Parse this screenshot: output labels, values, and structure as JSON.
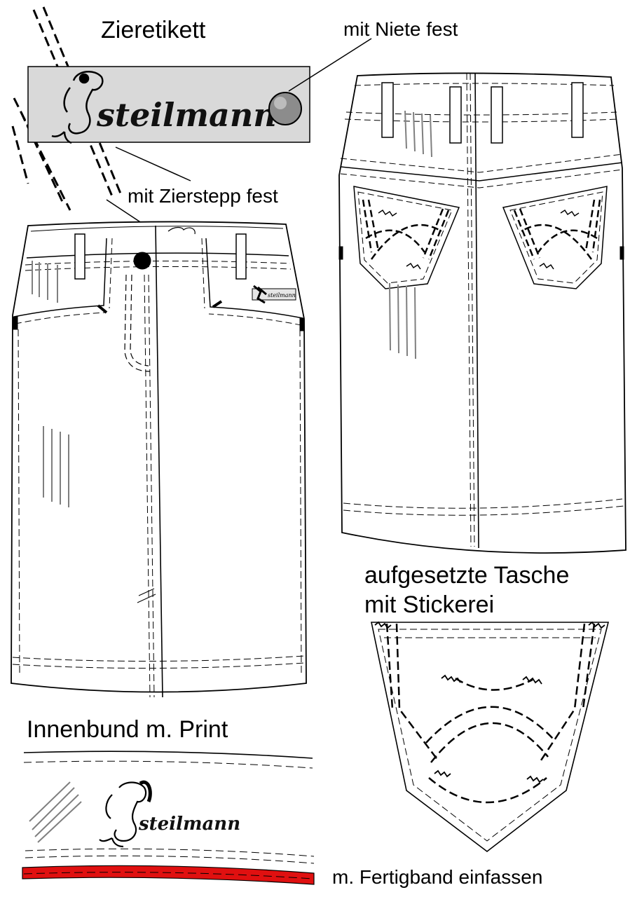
{
  "labels": {
    "tag_title": "Zieretikett",
    "rivet_note": "mit Niete fest",
    "stitch_note": "mit Zierstepp fest",
    "pocket_title_line1": "aufgesetzte Tasche",
    "pocket_title_line2": "mit Stickerei",
    "waistband_title": "Innenbund m. Print",
    "binding_note": "m. Fertigband einfassen"
  },
  "brand": {
    "tag_wordmark": "steilmann",
    "front_mini_wordmark": "steilmann",
    "waistband_wordmark": "steilmann"
  },
  "colors": {
    "outline": "#000000",
    "tag_fill": "#d9d9d9",
    "rivet_fill": "#8c8c8c",
    "binding_tape": "#e01010",
    "hatching": "#7f7f7f"
  },
  "icons": {
    "rivet": "rivet-icon",
    "button": "button-icon",
    "mermaid_logo": "mermaid-logo-icon"
  }
}
